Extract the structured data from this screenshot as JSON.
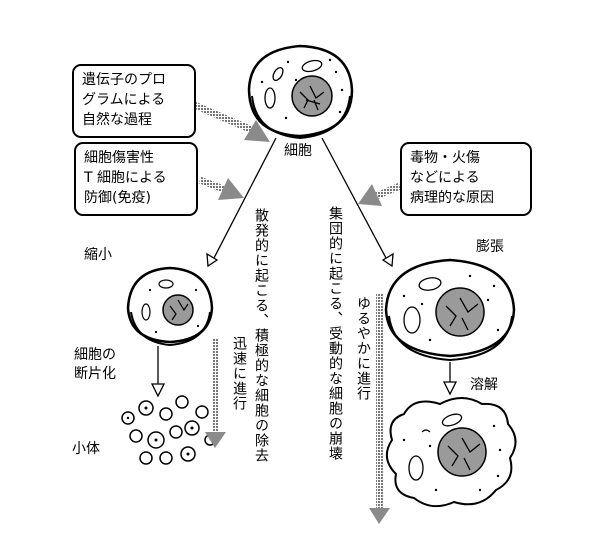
{
  "boxes": {
    "program": [
      "遺伝子のプロ",
      "グラムによる",
      "自然な過程"
    ],
    "tcell": [
      "細胞傷害性",
      "T 細胞による",
      "防御(免疫)"
    ],
    "poison": [
      "毒物・火傷",
      "などによる",
      "病理的な原因"
    ]
  },
  "labels": {
    "cell": "細胞",
    "shrink": "縮小",
    "swell": "膨張",
    "fragment": [
      "細胞の",
      "断片化"
    ],
    "dissolve": "溶解",
    "small_body": "小体",
    "sporadic": "散発的に起こる、積極的な細胞の除去",
    "rapid": "迅速に進行",
    "collective": "集団的に起こる、受動的な細胞の崩壊",
    "slow": "ゆるやかに進行"
  },
  "colors": {
    "line": "#000000",
    "arrow_gray": "#8a8a8a",
    "nucleus": "#8f8f8f",
    "cell_fill": "#ffffff"
  }
}
